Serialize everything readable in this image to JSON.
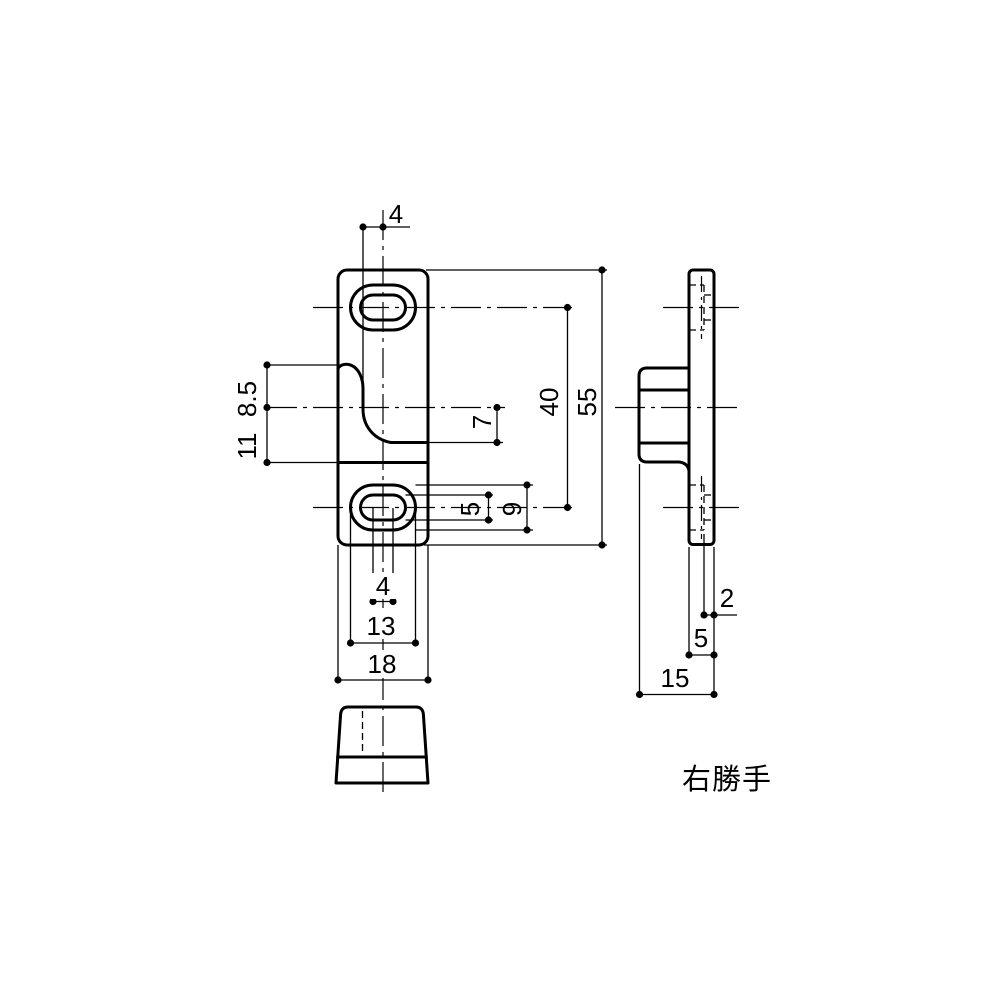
{
  "drawing": {
    "kind": "technical-drawing",
    "views": {
      "front": {
        "dims": {
          "hook_offset": "4",
          "hook_above_center": "8.5",
          "hook_below_center": "11",
          "hook_depth": "7",
          "hole_pitch": "40",
          "total_height": "55",
          "slot_inner_height": "5",
          "slot_outer_height": "9",
          "slot_inner_width": "4",
          "slot_outer_width": "13",
          "total_width": "18"
        }
      },
      "side": {
        "dims": {
          "web_thickness": "2",
          "plate_thickness": "5",
          "total_depth": "15"
        }
      }
    },
    "note": {
      "hand": "右勝手"
    },
    "style": {
      "line_color": "#000000",
      "background_color": "#ffffff"
    }
  }
}
